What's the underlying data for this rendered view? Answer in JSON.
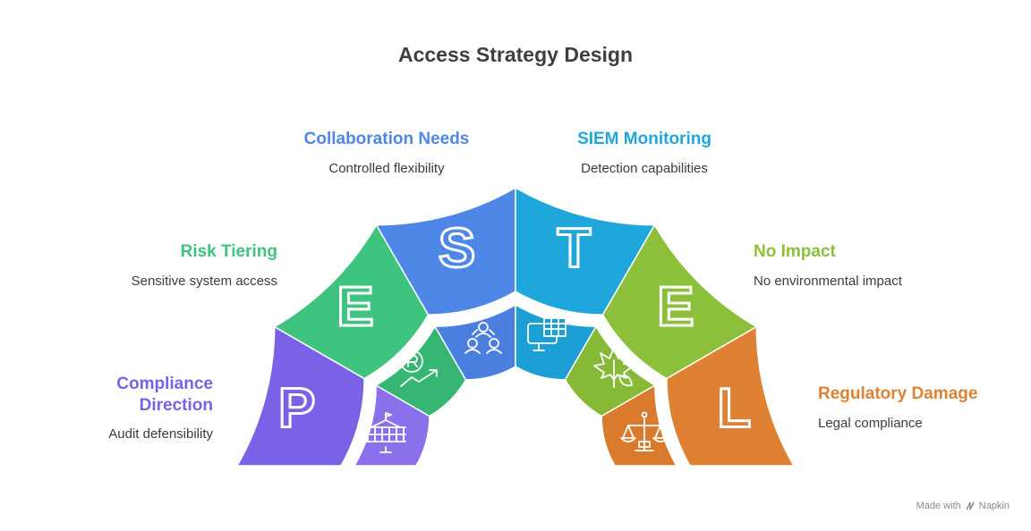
{
  "title": "Access Strategy Design",
  "segments": [
    {
      "letter": "P",
      "heading": "Compliance Direction",
      "description": "Audit defensibility",
      "color": "#7b61e6",
      "inner_color": "#8a70ea",
      "icon": "government-building-icon"
    },
    {
      "letter": "E",
      "heading": "Risk Tiering",
      "description": "Sensitive system access",
      "color": "#3ec47e",
      "inner_color": "#35b672",
      "icon": "risk-growth-icon"
    },
    {
      "letter": "S",
      "heading": "Collaboration Needs",
      "description": "Controlled flexibility",
      "color": "#4f87e6",
      "inner_color": "#4a7fe0",
      "icon": "team-icon"
    },
    {
      "letter": "T",
      "heading": "SIEM Monitoring",
      "description": "Detection capabilities",
      "color": "#1fa7dc",
      "inner_color": "#1c9fd4",
      "icon": "monitor-icon"
    },
    {
      "letter": "E",
      "heading": "No Impact",
      "description": "No environmental impact",
      "color": "#8dc03a",
      "inner_color": "#86b936",
      "icon": "leaf-icon"
    },
    {
      "letter": "L",
      "heading": "Regulatory Damage",
      "description": "Legal compliance",
      "color": "#df8133",
      "inner_color": "#d97a2c",
      "icon": "scales-icon"
    }
  ],
  "footer": {
    "text": "Made with",
    "brand": "Napkin"
  }
}
